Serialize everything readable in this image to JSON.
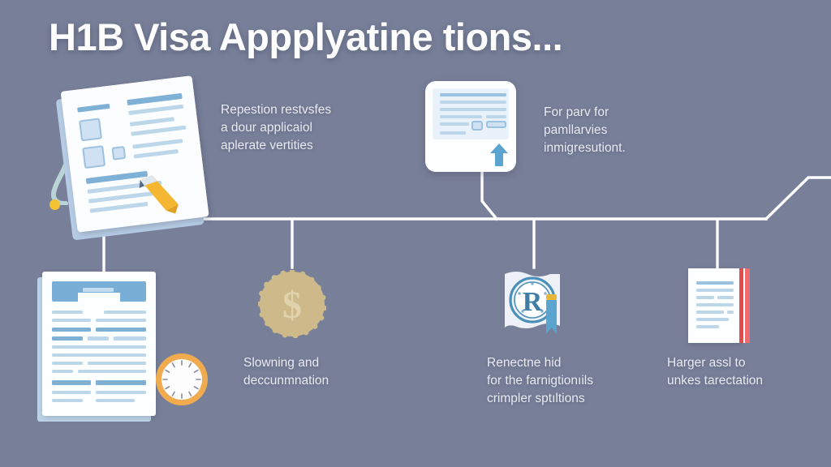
{
  "page": {
    "title": "H1B Visa Appplyatine tions...",
    "background_color": "#787f99",
    "title_color": "#fdfdfe",
    "line_color": "#ffffff"
  },
  "nodes": [
    {
      "id": "application-form",
      "icon": "clipboard-form-icon",
      "caption_lines": [
        "Repestion restvsfes",
        "a dour applicaiol",
        "aplerate vertities"
      ]
    },
    {
      "id": "document-upload",
      "icon": "document-upload-icon",
      "caption_lines": [
        "For parv for",
        "pamllarvies",
        "inmigresutiont."
      ]
    },
    {
      "id": "processing-time",
      "icon": "document-clock-icon",
      "caption_lines": []
    },
    {
      "id": "fees",
      "icon": "dollar-coin-icon",
      "caption_lines": [
        "Slowning and",
        "deccunmnation"
      ]
    },
    {
      "id": "registration-seal",
      "icon": "registered-seal-icon",
      "caption_lines": [
        "Renectne hid",
        "for the farnigtionıils",
        "crimpler sptıltions"
      ]
    },
    {
      "id": "legal-document",
      "icon": "red-bound-document-icon",
      "caption_lines": [
        "Harger assl to",
        "unkes tarectation"
      ]
    }
  ],
  "palette": {
    "paper_white": "#fdfeff",
    "blue_line": "#9cc2e0",
    "blue_band": "#79aed6",
    "coin_gold": "#cbb храм",
    "coin_gold_hex": "#cdb98a",
    "clock_orange": "#f0ab4e",
    "pencil_yellow": "#f5b731",
    "stripe_red": "#e84a4a",
    "seal_blue": "#4a90b8"
  }
}
